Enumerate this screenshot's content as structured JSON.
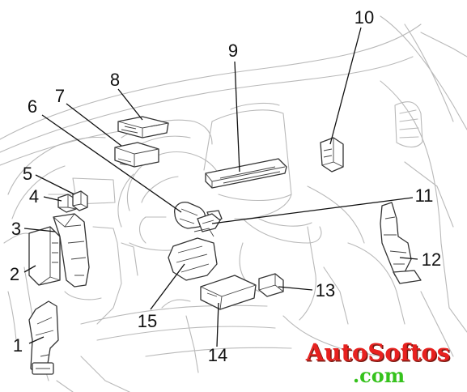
{
  "callouts": [
    "1",
    "2",
    "3",
    "4",
    "5",
    "6",
    "7",
    "8",
    "9",
    "10",
    "11",
    "12",
    "13",
    "14",
    "15"
  ],
  "watermark": {
    "line1": "AutoSoftos",
    "line2": ".com",
    "color_line1": "#e8211f",
    "color_line2": "#35c21c",
    "shadow": "#7a1a12"
  }
}
